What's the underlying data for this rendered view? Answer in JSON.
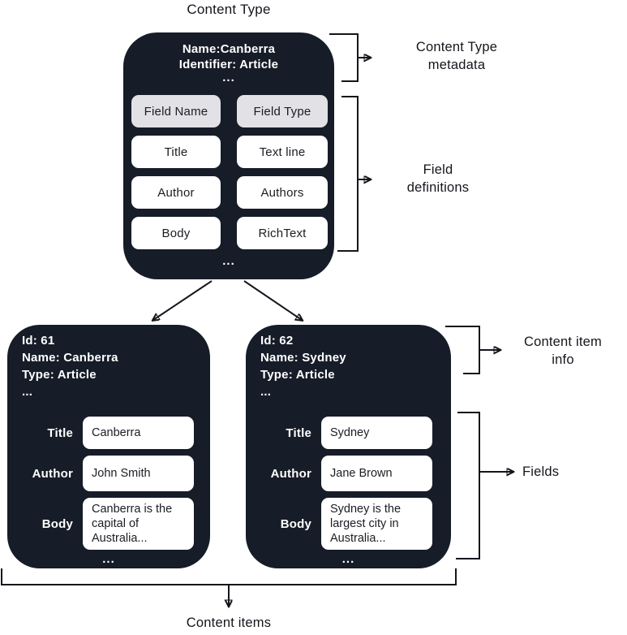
{
  "diagram": {
    "title": "Content Type",
    "bottom_label": "Content items"
  },
  "colors": {
    "box_background": "#161c28",
    "header_chip": "#e1e1e6",
    "value_chip": "#ffffff",
    "line": "#14161c"
  },
  "content_type": {
    "meta": {
      "name": "Name:Canberra",
      "identifier": "Identifier: Article",
      "more": "..."
    },
    "header": {
      "name": "Field Name",
      "type": "Field Type"
    },
    "rows": [
      {
        "name": "Title",
        "type": "Text line"
      },
      {
        "name": "Author",
        "type": "Authors"
      },
      {
        "name": "Body",
        "type": "RichText"
      }
    ],
    "more": "..."
  },
  "annotations": {
    "metadata": "Content Type\nmetadata",
    "field_definitions": "Field\ndefinitions",
    "item_info": "Content item\ninfo",
    "fields": "Fields"
  },
  "items": [
    {
      "id": "Id: 61",
      "name": "Name: Canberra",
      "type": "Type: Article",
      "more": "...",
      "fields": [
        {
          "label": "Title",
          "value": "Canberra"
        },
        {
          "label": "Author",
          "value": "John Smith"
        },
        {
          "label": "Body",
          "value": "Canberra is the capital of Australia..."
        }
      ],
      "footer": "..."
    },
    {
      "id": "Id: 62",
      "name": "Name: Sydney",
      "type": "Type: Article",
      "more": "...",
      "fields": [
        {
          "label": "Title",
          "value": "Sydney"
        },
        {
          "label": "Author",
          "value": "Jane Brown"
        },
        {
          "label": "Body",
          "value": "Sydney is the largest city in Australia..."
        }
      ],
      "footer": "..."
    }
  ]
}
